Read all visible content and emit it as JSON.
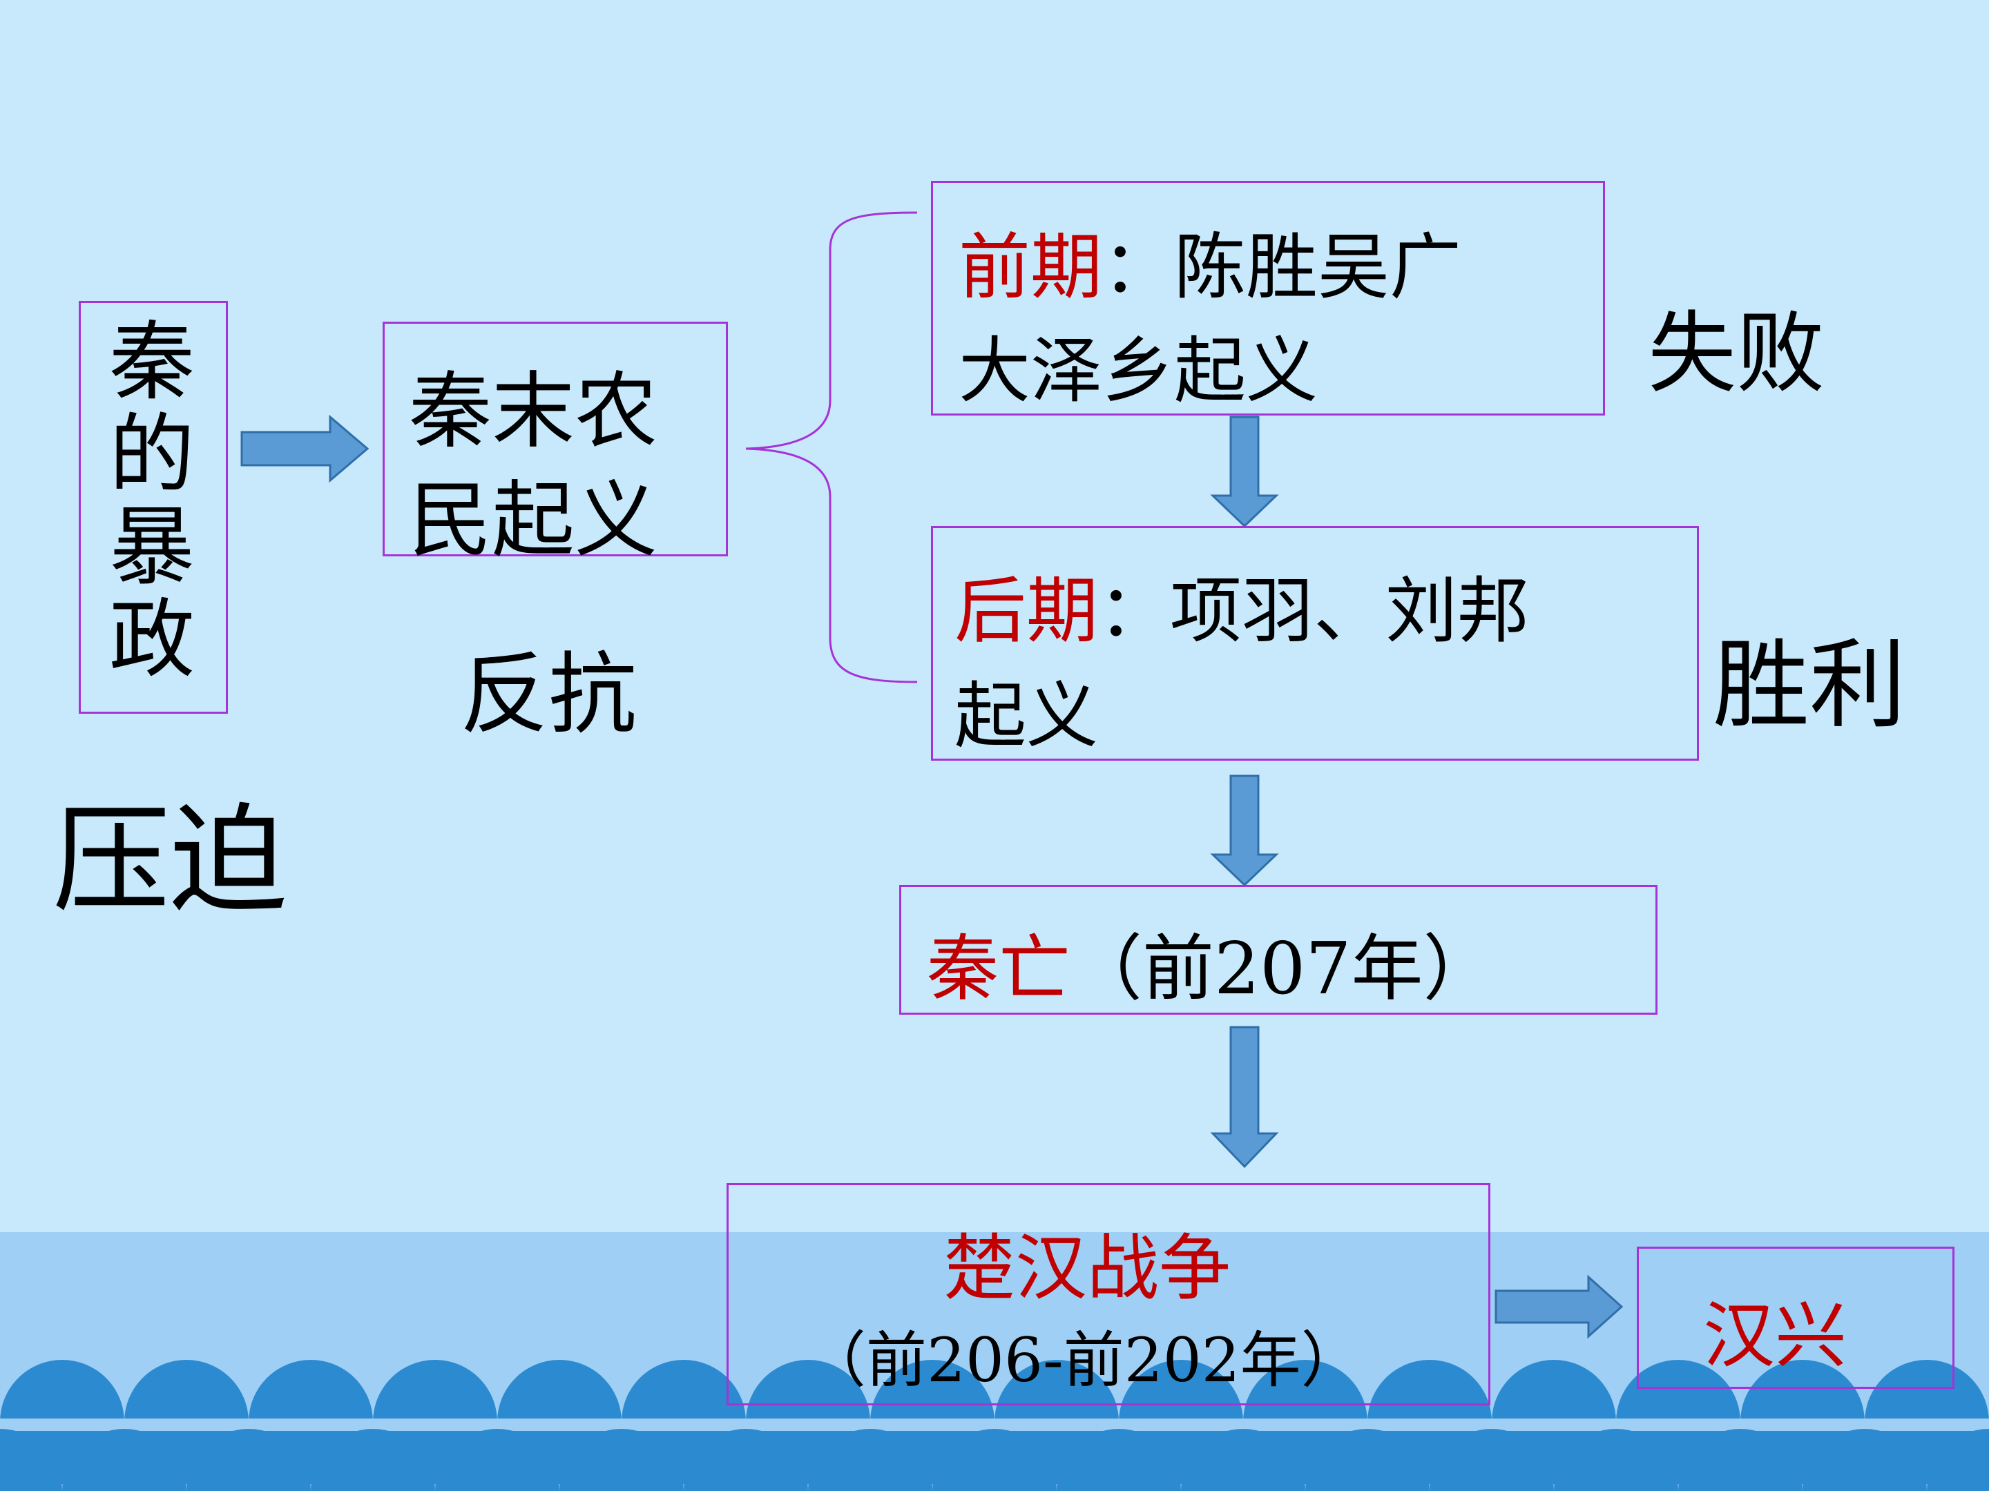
{
  "colors": {
    "background": "#c8e9fb",
    "box_border": "#a633d6",
    "arrow": "#5b9bd5",
    "accent_red": "#c00000",
    "sea": "#2b8ad0",
    "sea_light": "#9fcff4"
  },
  "icons": [
    "right-arrow-icon",
    "down-arrow-icon",
    "brace-icon"
  ],
  "nodes": {
    "tyranny": {
      "chars": [
        "秦",
        "的",
        "暴",
        "政"
      ]
    },
    "uprising": {
      "line1": "秦末农",
      "line2": "民起义"
    },
    "early": {
      "label": "前期",
      "colon": "：",
      "text1": "陈胜吴广",
      "text2": "大泽乡起义"
    },
    "late": {
      "label": "后期",
      "colon": "：",
      "text1": "项羽、刘邦",
      "text2": "起义"
    },
    "qin_fall": {
      "label": "秦亡",
      "text": "（前207年）"
    },
    "chu_han": {
      "label": "楚汉战争",
      "text": "（前206-前202年）"
    },
    "han_rise": {
      "label": "汉兴"
    }
  },
  "labels": {
    "oppression": "压迫",
    "resistance": "反抗",
    "failure": "失败",
    "victory": "胜利"
  }
}
